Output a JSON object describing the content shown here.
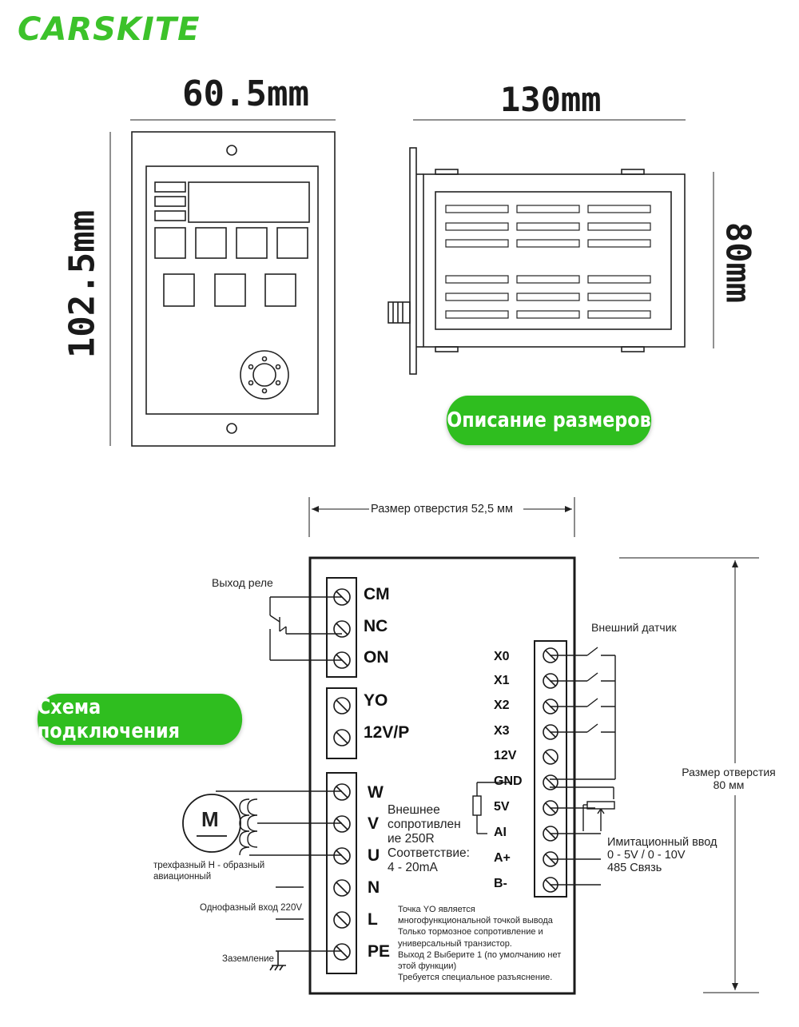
{
  "brand": {
    "logo_text": "CARSKITE"
  },
  "dimensions": {
    "front_width": "60.5mm",
    "front_height": "102.5mm",
    "side_depth": "130mm",
    "side_height": "80mm"
  },
  "labels": {
    "dimensions_title": "Описание размеров",
    "wiring_title": "Схема подключения",
    "hole_width": "Размер отверстия 52,5 мм",
    "hole_height_line1": "Размер отверстия",
    "hole_height_line2": "80 мм",
    "relay_output": "Выход реле",
    "external_sensor": "Внешний датчик",
    "motor_symbol": "M",
    "motor_desc_line1": "трехфазный H - образный",
    "motor_desc_line2": "авиационный",
    "single_phase_input": "Однофазный вход 220V",
    "ground": "Заземление",
    "analog_line1": "Имитационный ввод",
    "analog_line2": "0 - 5V / 0 - 10V",
    "analog_line3": "485 Связь"
  },
  "left_terminals": {
    "group1": [
      "CM",
      "NC",
      "ON"
    ],
    "group2": [
      "YO",
      "12V/P"
    ],
    "group3": [
      "W",
      "V",
      "U",
      "N",
      "L",
      "PE"
    ]
  },
  "right_terminals": [
    "X0",
    "X1",
    "X2",
    "X3",
    "12V",
    "GND",
    "5V",
    "AI",
    "A+",
    "B-"
  ],
  "resistor_note": [
    "Внешнее",
    "сопротивлен",
    "ие 250R",
    "Соответствие:",
    "4 - 20mA"
  ],
  "yo_note": [
    "Точка YO является",
    "многофункциональной точкой вывода",
    "Только тормозное сопротивление и",
    "универсальный транзистор.",
    "Выход 2 Выберите 1 (по умолчанию нет",
    "этой функции)",
    "Требуется специальное разъяснение."
  ],
  "colors": {
    "accent_green": "#2fbe1f",
    "logo_green": "#3cc22a",
    "line": "#1a1a1a"
  }
}
